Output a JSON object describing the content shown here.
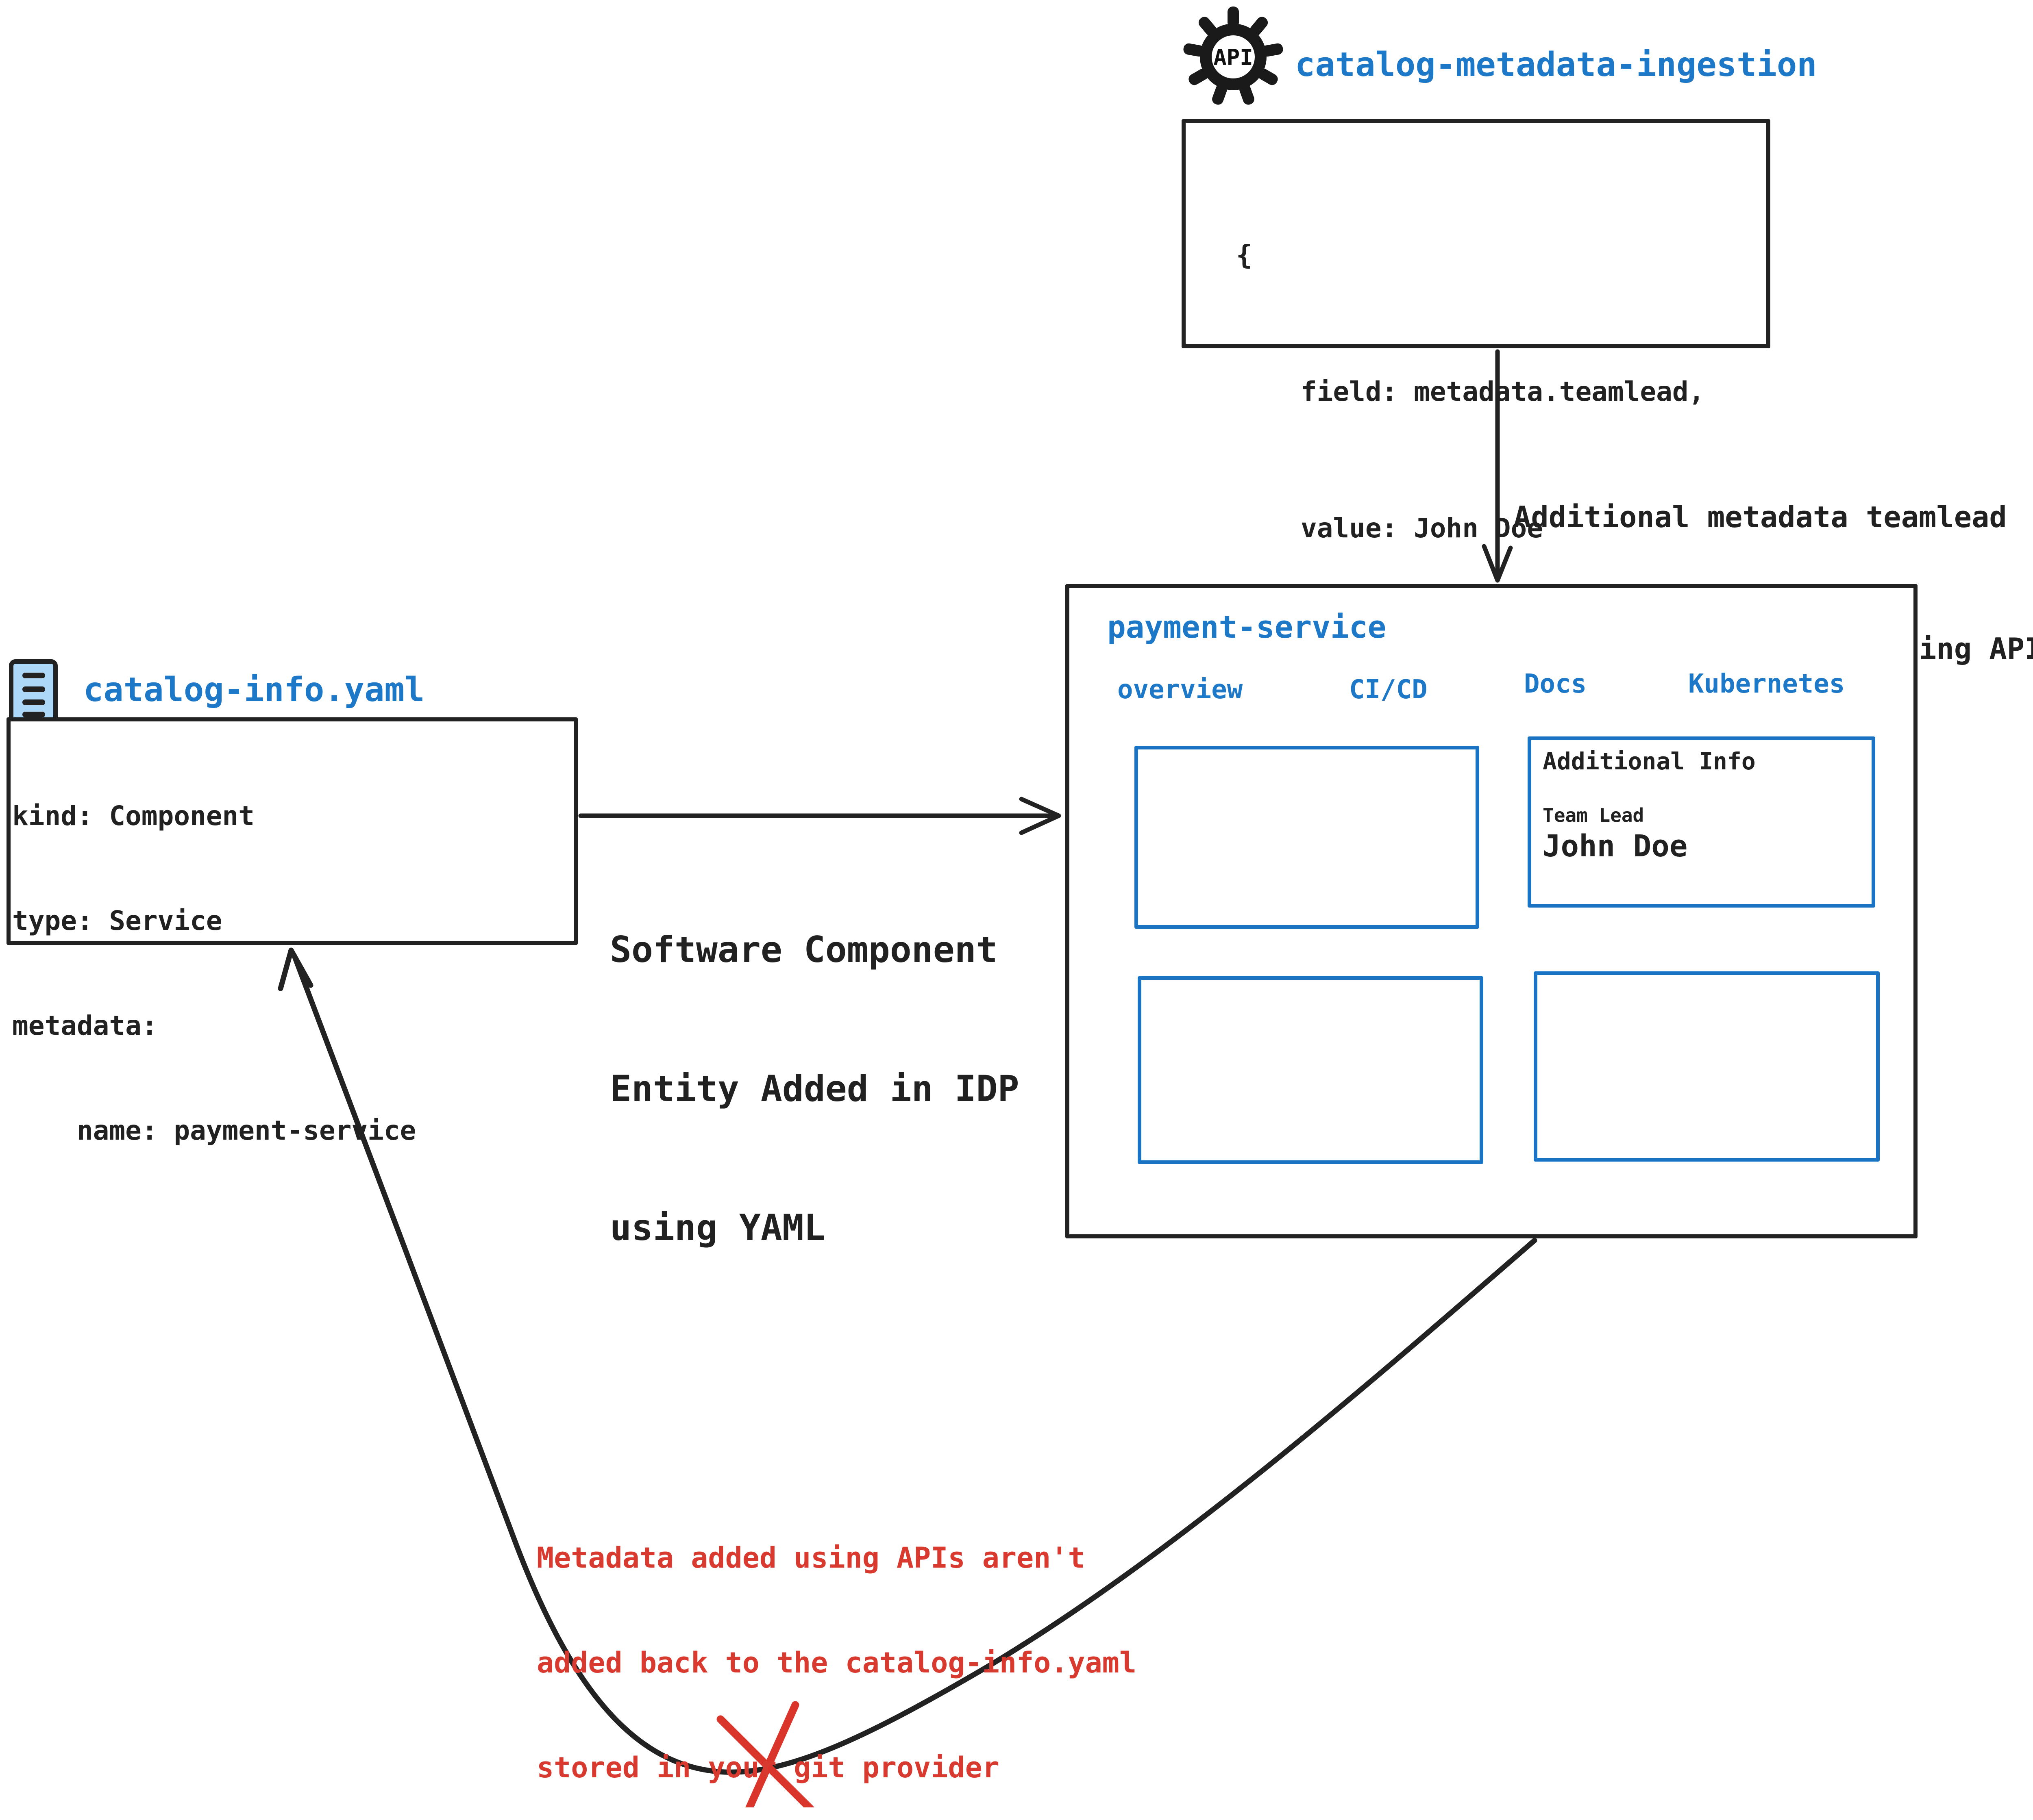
{
  "api_service": {
    "icon_label": "API",
    "title": "catalog-metadata-ingestion",
    "code": [
      "{",
      "    field: metadata.teamlead,",
      "    value: John Doe",
      "}"
    ]
  },
  "api_arrow_note": {
    "line1": "Additional metadata teamlead",
    "line2": "added to the catalog using APIs"
  },
  "idp": {
    "title": "payment-service",
    "tabs": [
      "overview",
      "CI/CD",
      "Docs",
      "Kubernetes"
    ],
    "additional_info": {
      "title": "Additional Info",
      "field_label": "Team Lead",
      "field_value": "John Doe"
    }
  },
  "yaml_file": {
    "title": "catalog-info.yaml",
    "code": [
      "kind: Component",
      "type: Service",
      "metadata:",
      "    name: payment-service"
    ]
  },
  "yaml_arrow_note": {
    "line1": "Software Component",
    "line2": "Entity Added in IDP",
    "line3": "using YAML"
  },
  "sync_warning": {
    "line1": "Metadata added using APIs aren't",
    "line2": "added back to the catalog-info.yaml",
    "line3": "stored in your git provider"
  },
  "colors": {
    "accent_blue": "#1e78c8",
    "panel_blue": "#1b73c4",
    "ink": "#222222",
    "alert_red": "#d93a30",
    "icon_fill": "#aed8f7"
  }
}
